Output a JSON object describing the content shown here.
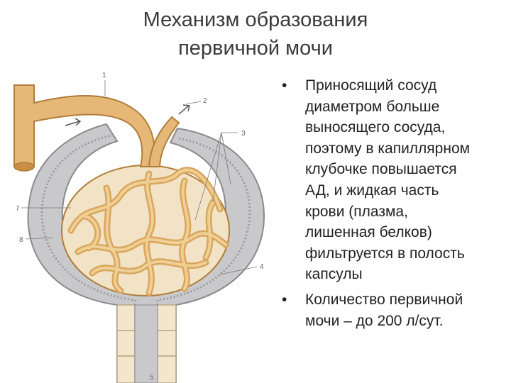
{
  "title": {
    "line1": "Механизм образования",
    "line2": "первичной мочи"
  },
  "bullets": [
    {
      "lines": [
        "Приносящий сосуд",
        "диаметром больше",
        "выносящего сосуда,",
        "поэтому в капиллярном",
        "клубочке повышается",
        "АД, и жидкая часть",
        "крови (плазма,",
        "лишенная белков)",
        "фильтруется в полость",
        "капсулы"
      ]
    },
    {
      "lines": [
        "Количество первичной",
        "мочи – до 200 л/сут."
      ]
    }
  ],
  "bullet_glyph": "•",
  "diagram": {
    "labels": [
      "1",
      "2",
      "3",
      "4",
      "5",
      "7",
      "8"
    ],
    "colors": {
      "vessel": "#e6b877",
      "vessel_outline": "#b07d3a",
      "capsule": "#c9c9cc",
      "capsule_outline": "#8a8a8e",
      "tubule_cells": "#f3e6cc"
    }
  }
}
